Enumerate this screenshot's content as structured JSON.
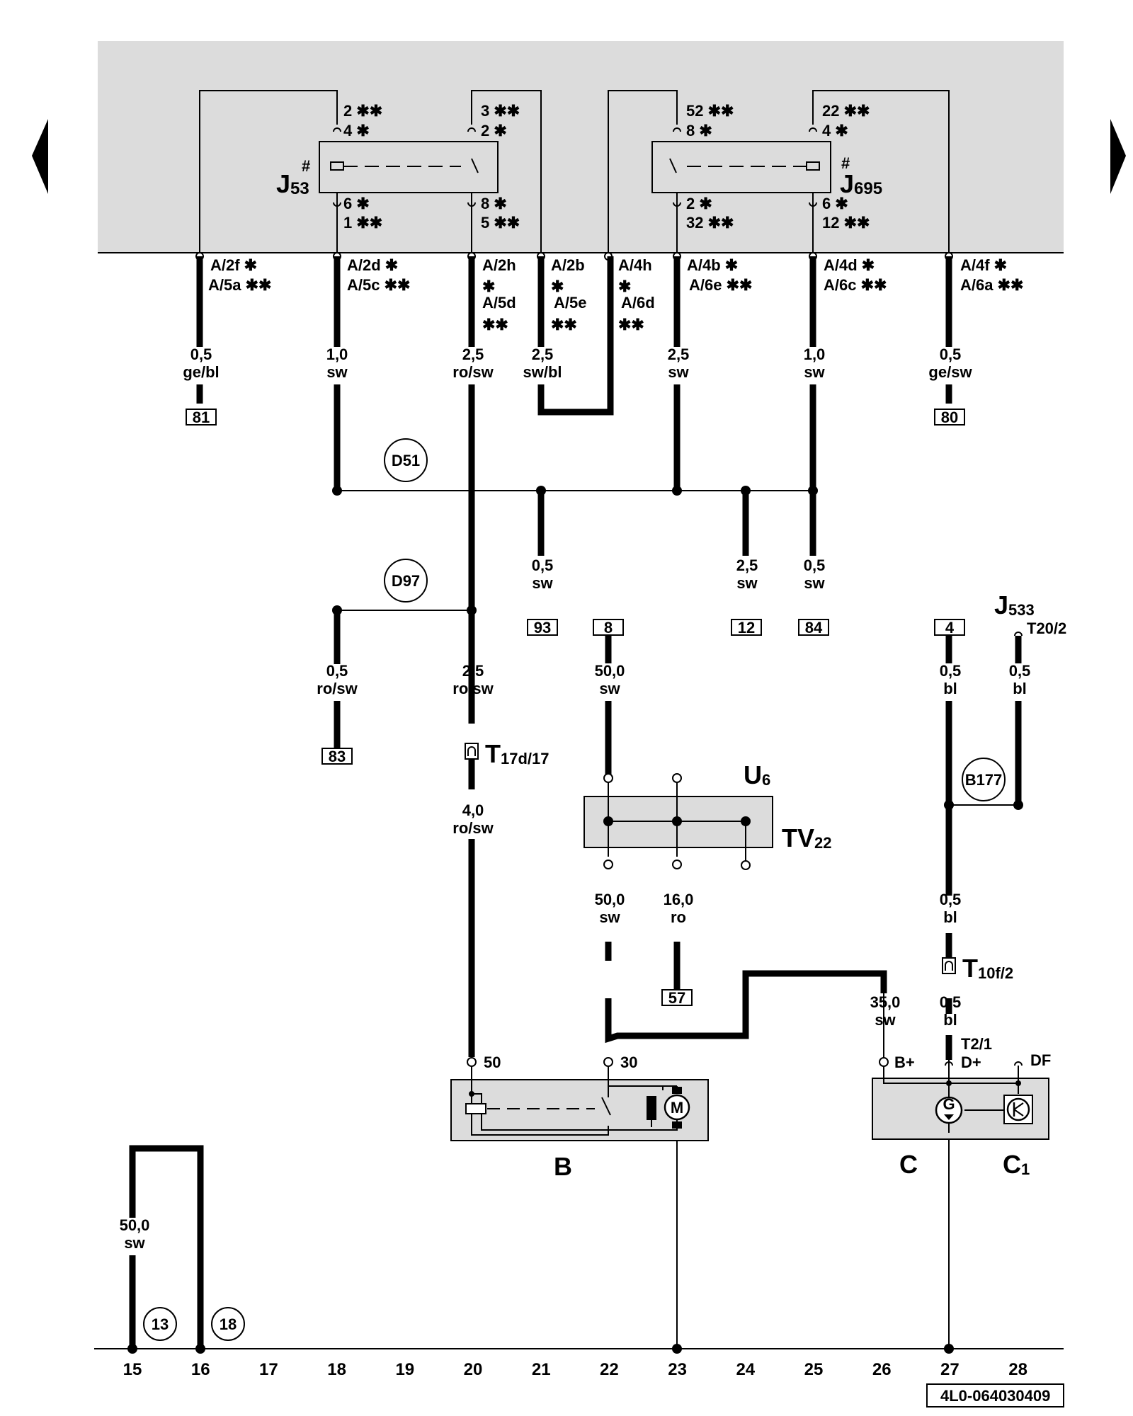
{
  "nav": {
    "prev_icon": "triangle-left-icon",
    "next_icon": "triangle-right-icon"
  },
  "colors": {
    "relay_panel": "#dcdcdc",
    "component_fill": "#dcdcdc",
    "wire": "#000000",
    "background": "#ffffff"
  },
  "relays": {
    "j53": {
      "name": "J",
      "sub": "53",
      "hash": "#"
    },
    "j695": {
      "name": "J",
      "sub": "695",
      "hash": "#"
    }
  },
  "pins": {
    "j53_top_a": "2 ✱✱",
    "j53_top_b": "4 ✱",
    "j53_top_c": "3 ✱✱",
    "j53_top_d": "2 ✱",
    "j53_bot_a": "6 ✱",
    "j53_bot_b": "1 ✱✱",
    "j53_bot_c": "8 ✱",
    "j53_bot_d": "5 ✱✱",
    "j695_top_a": "52 ✱✱",
    "j695_top_b": "8 ✱",
    "j695_top_c": "22 ✱✱",
    "j695_top_d": "4 ✱",
    "j695_bot_a": "2 ✱",
    "j695_bot_b": "32 ✱✱",
    "j695_bot_c": "6 ✱",
    "j695_bot_d": "12 ✱✱"
  },
  "connectors": {
    "c1a": "A/2f ✱",
    "c1b": "A/5a ✱✱",
    "c2a": "A/2d ✱",
    "c2b": "A/5c ✱✱",
    "c3a": "A/2h",
    "c3b": "✱",
    "c3c": "A/5d",
    "c3d": "✱✱",
    "c4a": "A/2b",
    "c4b": "✱",
    "c4c": "A/5e",
    "c4d": "✱✱",
    "c5a": "A/4h",
    "c5b": "✱",
    "c5c": "A/6d",
    "c5d": "✱✱",
    "c6a": "A/4b ✱",
    "c6b": "A/6e ✱✱",
    "c7a": "A/4d ✱",
    "c7b": "A/6c ✱✱",
    "c8a": "A/4f  ✱",
    "c8b": "A/6a ✱✱"
  },
  "wires": {
    "w1": {
      "size": "0,5",
      "color": "ge/bl"
    },
    "w2": {
      "size": "1,0",
      "color": "sw"
    },
    "w3": {
      "size": "2,5",
      "color": "ro/sw"
    },
    "w4": {
      "size": "2,5",
      "color": "sw/bl"
    },
    "w6": {
      "size": "2,5",
      "color": "sw"
    },
    "w7": {
      "size": "1,0",
      "color": "sw"
    },
    "w8": {
      "size": "0,5",
      "color": "ge/sw"
    },
    "w93": {
      "size": "0,5",
      "color": "sw"
    },
    "w12": {
      "size": "2,5",
      "color": "sw"
    },
    "w84": {
      "size": "0,5",
      "color": "sw"
    },
    "w83": {
      "size": "0,5",
      "color": "ro/sw"
    },
    "w20b": {
      "size": "2,5",
      "color": "ro/sw"
    },
    "w20c": {
      "size": "4,0",
      "color": "ro/sw"
    },
    "w8in": {
      "size": "50,0",
      "color": "sw"
    },
    "w4in": {
      "size": "0,5",
      "color": "bl"
    },
    "wj533": {
      "size": "0,5",
      "color": "bl"
    },
    "wtv_out": {
      "size": "50,0",
      "color": "sw"
    },
    "w57": {
      "size": "16,0",
      "color": "ro"
    },
    "w27a": {
      "size": "0,5",
      "color": "bl"
    },
    "w27b": {
      "size": "0,5",
      "color": "bl"
    },
    "w35": {
      "size": "35,0",
      "color": "sw"
    },
    "wbat": {
      "size": "50,0",
      "color": "sw"
    }
  },
  "refs": {
    "r81": "81",
    "r80": "80",
    "r93": "93",
    "r12": "12",
    "r84": "84",
    "r8": "8",
    "r83": "83",
    "r4": "4",
    "r57": "57"
  },
  "splices": {
    "d51": "D51",
    "d97": "D97",
    "b177": "B177",
    "g13": "13",
    "g18": "18"
  },
  "components": {
    "t17": {
      "name": "T",
      "sub": "17d/17"
    },
    "t10": {
      "name": "T",
      "sub": "10f/2"
    },
    "u6": {
      "name": "U",
      "sub": "6"
    },
    "tv22": {
      "name": "TV",
      "sub": "22"
    },
    "j533": {
      "name": "J",
      "sub": "533",
      "pin": "T20/2"
    },
    "starter": {
      "label": "B",
      "pin50": "50",
      "pin30": "30",
      "motor": "M"
    },
    "alt": {
      "label_c": "C",
      "label_c1": "C",
      "label_c1_sub": "1",
      "pin_b": "B+",
      "pin_d_a": "T2/1",
      "pin_d_b": "D+",
      "pin_df": "DF",
      "g": "G"
    }
  },
  "track_numbers": [
    "15",
    "16",
    "17",
    "18",
    "19",
    "20",
    "21",
    "22",
    "23",
    "24",
    "25",
    "26",
    "27",
    "28"
  ],
  "doc_id": "4L0-064030409"
}
